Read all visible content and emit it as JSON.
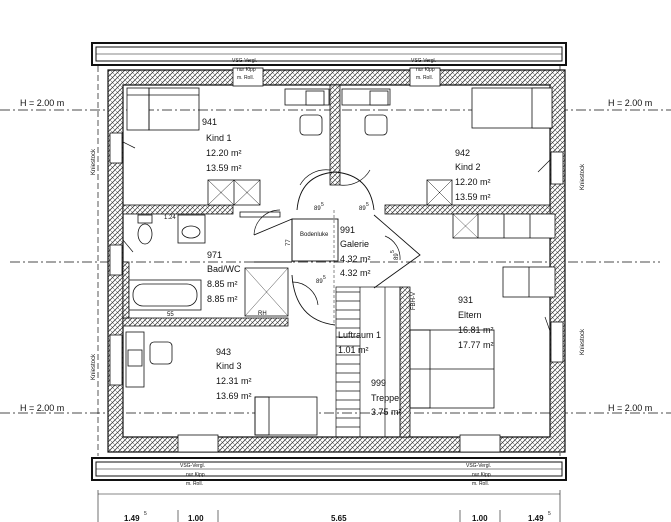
{
  "levels": {
    "left": "H = 2.00 m",
    "right": "H = 2.00 m"
  },
  "rooms": [
    {
      "id": "kind1",
      "number": "941",
      "name": "Kind 1",
      "area1": "12.20 m²",
      "area2": "13.59 m²"
    },
    {
      "id": "kind2",
      "number": "942",
      "name": "Kind 2",
      "area1": "12.20 m²",
      "area2": "13.59 m²"
    },
    {
      "id": "galerie",
      "number": "991",
      "name": "Galerie",
      "area1": "4.32 m²",
      "area2": "4.32 m²"
    },
    {
      "id": "bad",
      "number": "971",
      "name": "Bad/WC",
      "area1": "8.85 m²",
      "area2": "8.85 m²"
    },
    {
      "id": "eltern",
      "number": "931",
      "name": "Eltern",
      "area1": "16.81 m²",
      "area2": "17.77 m²"
    },
    {
      "id": "kind3",
      "number": "943",
      "name": "Kind 3",
      "area1": "12.31 m²",
      "area2": "13.69 m²"
    },
    {
      "id": "luftraum",
      "number": "",
      "name": "Luftraum 1",
      "area1": "1.01 m²",
      "area2": ""
    },
    {
      "id": "treppe",
      "number": "999",
      "name": "Treppe",
      "area1": "3.75 m²",
      "area2": ""
    }
  ],
  "windows": {
    "label_top": "VSG-Vergl.",
    "label_mid": "nur Kipp",
    "label_bot": "m. Roll."
  },
  "labels": {
    "bodenluke": "Bodenluke",
    "knee_wall": "Kniestock",
    "rh": "RH",
    "fbh": "FBH-V",
    "door_89": "89",
    "door_89_exp": "5",
    "w_77": "77",
    "w_124": "1.24",
    "w_55": "55"
  },
  "bottom_dims": [
    {
      "text": "1.49",
      "sup": "5"
    },
    {
      "text": "1.00",
      "sup": ""
    },
    {
      "text": "5.65",
      "sup": ""
    },
    {
      "text": "1.00",
      "sup": ""
    },
    {
      "text": "1.49",
      "sup": "5"
    }
  ],
  "colors": {
    "line": "#111111",
    "hatch": "#555555",
    "wall_fill": "#ffffff"
  }
}
